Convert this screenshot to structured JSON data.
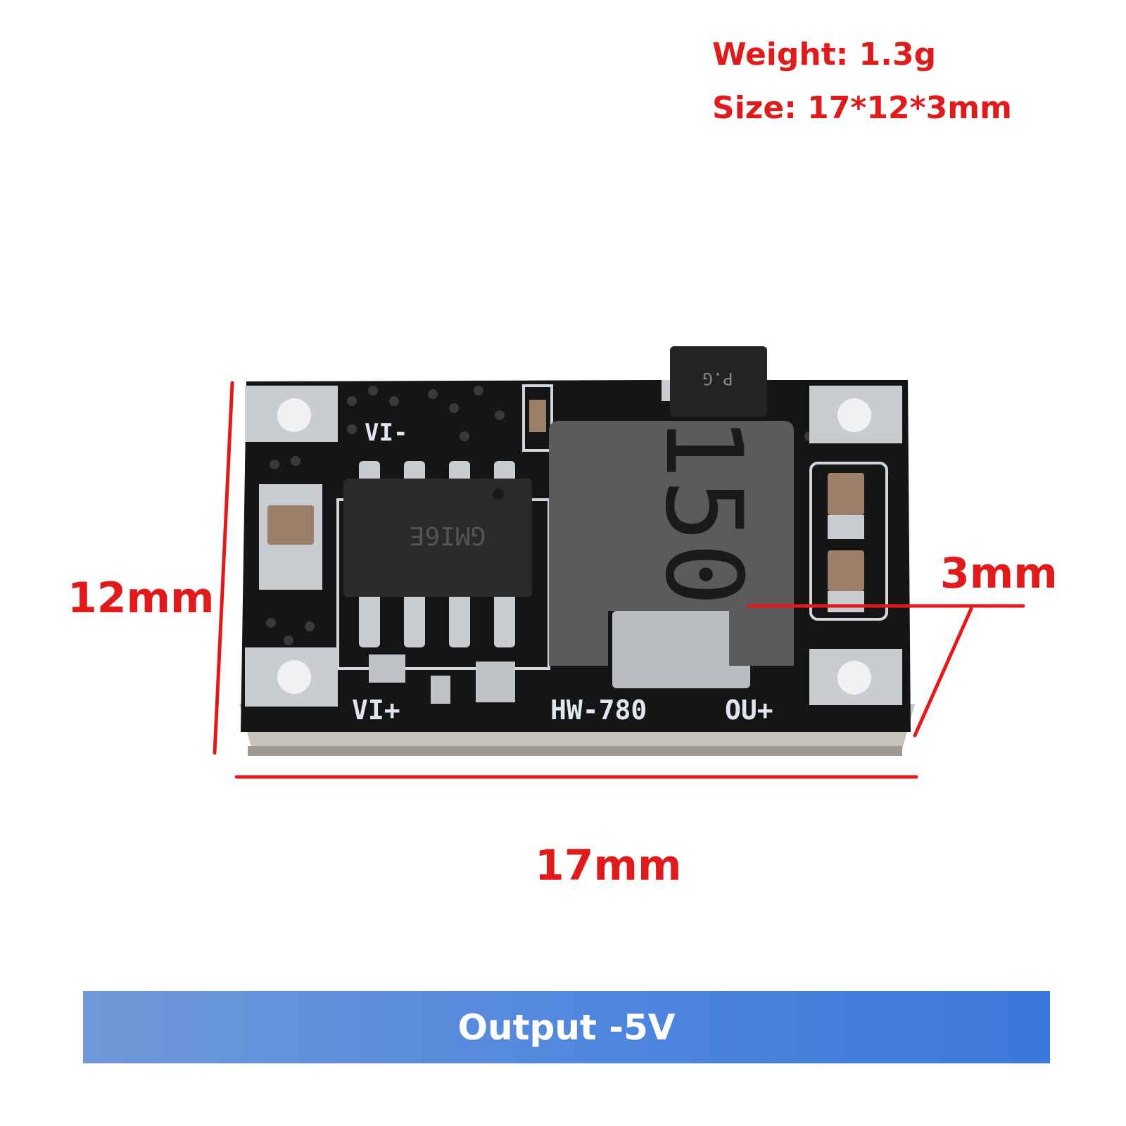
{
  "specs": {
    "weight": "Weight: 1.3g",
    "size": "Size: 17*12*3mm"
  },
  "dimensions": {
    "height": "12mm",
    "width": "17mm",
    "depth": "3mm"
  },
  "board": {
    "label_vi_minus": "VI-",
    "label_vi_plus": "VI+",
    "label_model": "HW-780",
    "label_out_plus": "OU+",
    "ic_marking": "GMI6E",
    "inductor_marking": "150",
    "transistor_marking": "P.G",
    "colors": {
      "pcb": "#141414",
      "pad": "#c9ccd0",
      "inductor": "#5b5b5e",
      "annotation": "#e01b1b"
    }
  },
  "banner": {
    "text": "Output -5V",
    "color": "#4f86de"
  }
}
